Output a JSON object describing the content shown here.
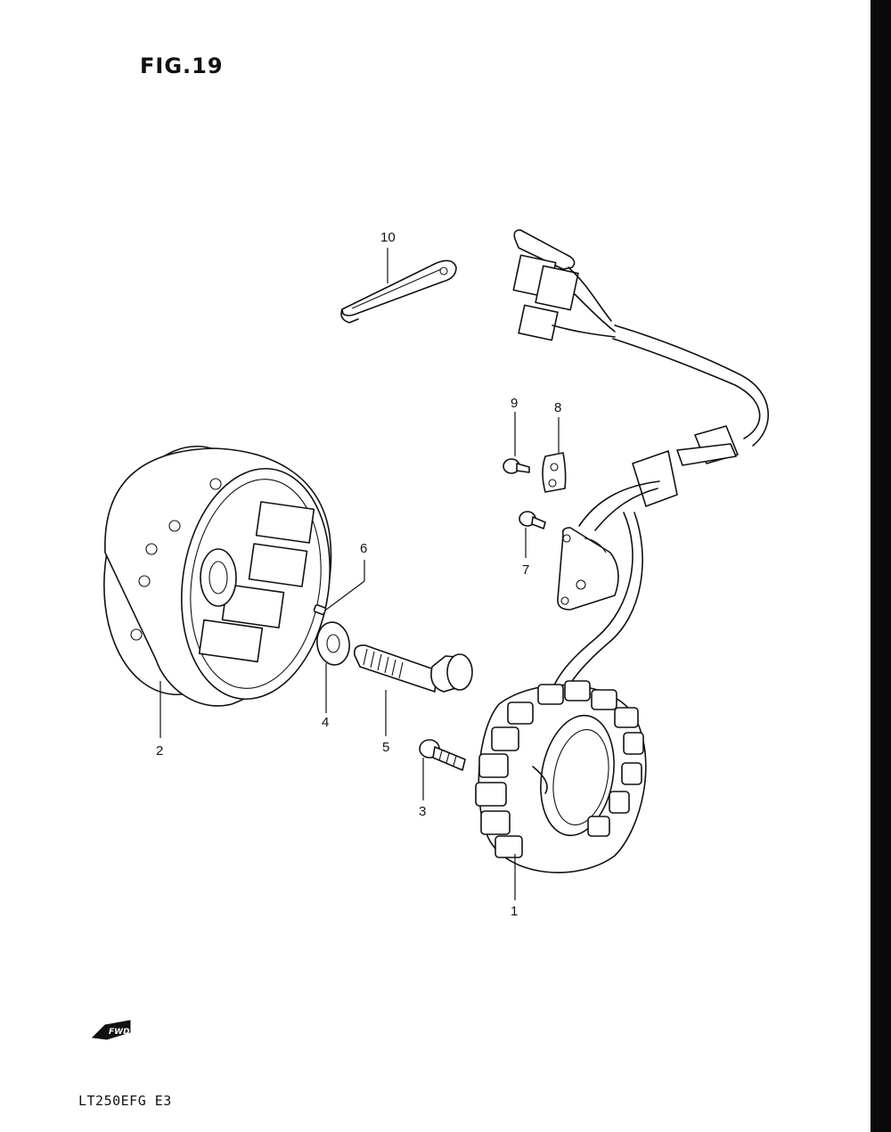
{
  "figure": {
    "title": "FIG.19",
    "model_code": "LT250EFG  E3",
    "direction_badge": "FWD"
  },
  "callouts": [
    {
      "id": "1",
      "part": "stator"
    },
    {
      "id": "2",
      "part": "flywheel-rotor"
    },
    {
      "id": "3",
      "part": "screw"
    },
    {
      "id": "4",
      "part": "washer"
    },
    {
      "id": "5",
      "part": "rotor-bolt"
    },
    {
      "id": "6",
      "part": "key"
    },
    {
      "id": "7",
      "part": "screw"
    },
    {
      "id": "8",
      "part": "clamp"
    },
    {
      "id": "9",
      "part": "screw"
    },
    {
      "id": "10",
      "part": "clamp"
    }
  ],
  "icons": {
    "fwd_arrow": "fwd-arrow-icon"
  }
}
